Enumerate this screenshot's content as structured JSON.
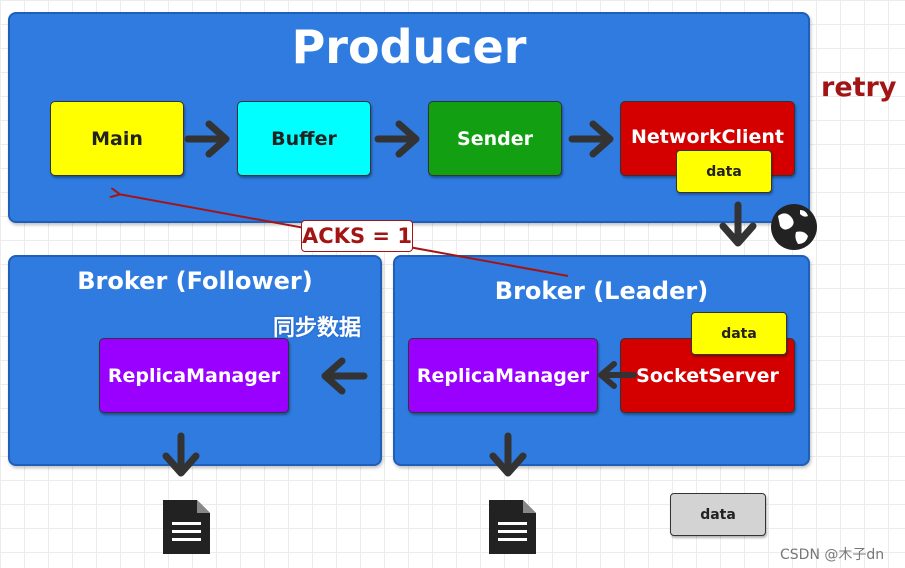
{
  "producer": {
    "title": "Producer",
    "components": {
      "main": "Main",
      "buffer": "Buffer",
      "sender": "Sender",
      "network_client": "NetworkClient",
      "network_client_badge": "data"
    }
  },
  "retry_label": "retry",
  "acks_label": "ACKS = 1",
  "sync_label": "同步数据",
  "follower": {
    "title": "Broker (Follower)",
    "replica_manager": "ReplicaManager"
  },
  "leader": {
    "title": "Broker (Leader)",
    "replica_manager": "ReplicaManager",
    "socket_server": "SocketServer",
    "socket_server_badge": "data"
  },
  "standalone_data": "data",
  "watermark": "CSDN @木子dn",
  "colors": {
    "panel_blue": "#2f7be0",
    "main_yellow": "#ffff00",
    "buffer_cyan": "#00ffff",
    "sender_green": "#12a012",
    "network_red": "#d40000",
    "replica_purple": "#9900ff",
    "arrow_dark": "#333333",
    "retry_red": "#a31515",
    "data_gray": "#d3d3d3"
  },
  "icons": [
    "arrow-right-icon",
    "arrow-down-icon",
    "arrow-left-icon",
    "globe-icon",
    "document-icon"
  ]
}
